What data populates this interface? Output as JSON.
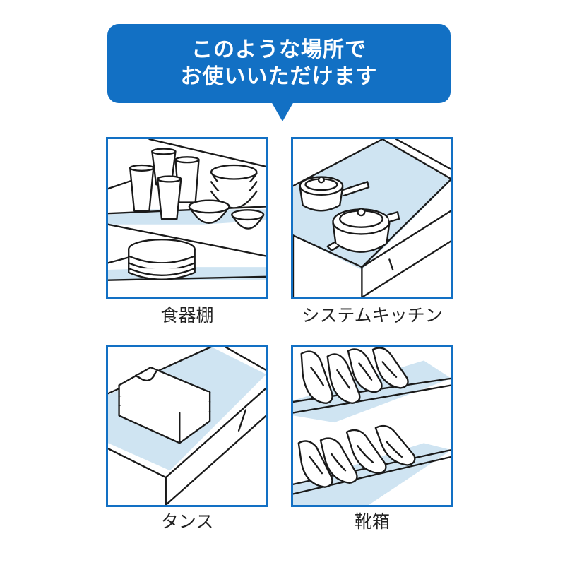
{
  "header": {
    "line1": "このような場所で",
    "line2": "お使いいただけます"
  },
  "colors": {
    "accent": "#1270c4",
    "sheet": "#cfe4f2",
    "line": "#1a1a1a"
  },
  "panels": [
    {
      "label": "食器棚",
      "icon": "cupboard-dishes-illustration"
    },
    {
      "label": "システムキッチン",
      "icon": "kitchen-drawer-pots-illustration"
    },
    {
      "label": "タンス",
      "icon": "dresser-clothes-illustration"
    },
    {
      "label": "靴箱",
      "icon": "shoe-cabinet-illustration"
    }
  ]
}
